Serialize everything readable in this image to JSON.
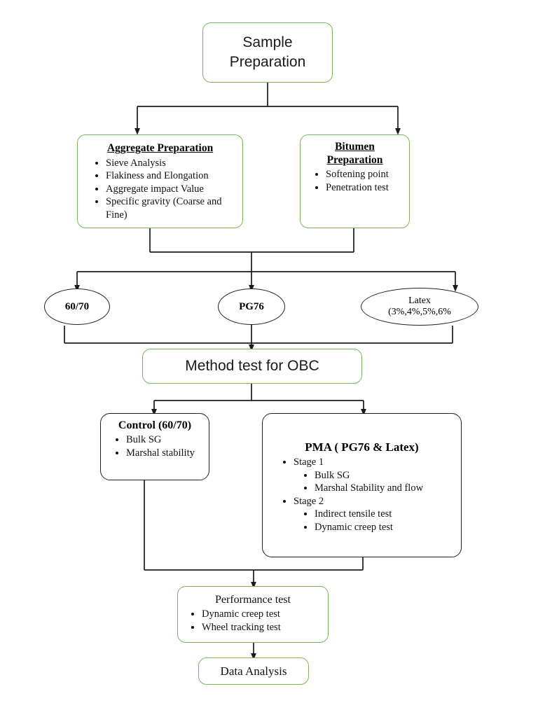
{
  "diagram": {
    "title": "Research Methodology Flowchart",
    "colors": {
      "green_border": "#7ab55c",
      "black_border": "#222222",
      "text": "#111111",
      "background": "#ffffff"
    },
    "nodes": {
      "sample_preparation": {
        "label": "Sample\nPreparation",
        "line1": "Sample",
        "line2": "Preparation"
      },
      "aggregate_preparation": {
        "heading": "Aggregate Preparation",
        "items": [
          "Sieve Analysis",
          "Flakiness and Elongation",
          "Aggregate impact Value",
          "Specific gravity (Coarse and Fine)"
        ]
      },
      "bitumen_preparation": {
        "heading_line1": "Bitumen",
        "heading_line2": "Preparation",
        "items": [
          "Softening point",
          "Penetration test"
        ]
      },
      "binder_60_70": {
        "label": "60/70"
      },
      "binder_pg76": {
        "label": "PG76"
      },
      "binder_latex": {
        "line1": "Latex",
        "line2": "(3%,4%,5%,6%"
      },
      "method_test": {
        "label": "Method test for OBC"
      },
      "control": {
        "heading": "Control (60/70)",
        "items": [
          "Bulk SG",
          "Marshal stability"
        ]
      },
      "pma": {
        "heading": "PMA ( PG76 & Latex)",
        "stages": [
          {
            "label": "Stage 1",
            "items": [
              "Bulk SG",
              "Marshal Stability and flow"
            ]
          },
          {
            "label": "Stage 2",
            "items": [
              "Indirect tensile test",
              "Dynamic creep test"
            ]
          }
        ]
      },
      "performance_test": {
        "heading": "Performance test",
        "items": [
          "Dynamic creep test",
          "Wheel tracking test"
        ]
      },
      "data_analysis": {
        "label": "Data Analysis"
      }
    }
  }
}
